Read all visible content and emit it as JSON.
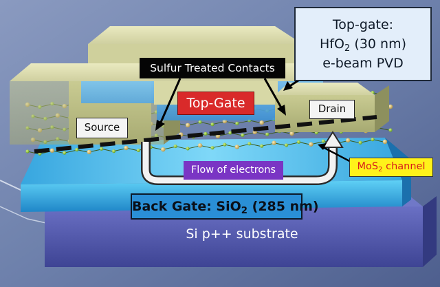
{
  "top_gate_note": {
    "line1": "Top-gate:",
    "line2_prefix": "HfO",
    "line2_sub": "2",
    "line2_suffix": " (30 nm)",
    "line3": "e-beam PVD"
  },
  "sulfur_label": "Sulfur Treated Contacts",
  "top_gate_label": "Top-Gate",
  "source_label": "Source",
  "drain_label": "Drain",
  "channel_label": {
    "prefix": "MoS",
    "sub": "2",
    "suffix": " channel"
  },
  "flow_label": "Flow of electrons",
  "back_gate_label": {
    "prefix": "Back Gate: SiO",
    "sub": "2",
    "suffix": " (285 nm)"
  },
  "substrate_label": "Si p++ substrate",
  "colors": {
    "background": "#6b7fa8",
    "substrate": "#5860b0",
    "oxide": "#46b6ea",
    "contacts": "#dcdcab",
    "top_gate_badge": "#d92a2a",
    "channel_badge": "#fff21a",
    "flow_badge": "#7a35c4",
    "back_gate_badge": "#2a8fd6"
  }
}
